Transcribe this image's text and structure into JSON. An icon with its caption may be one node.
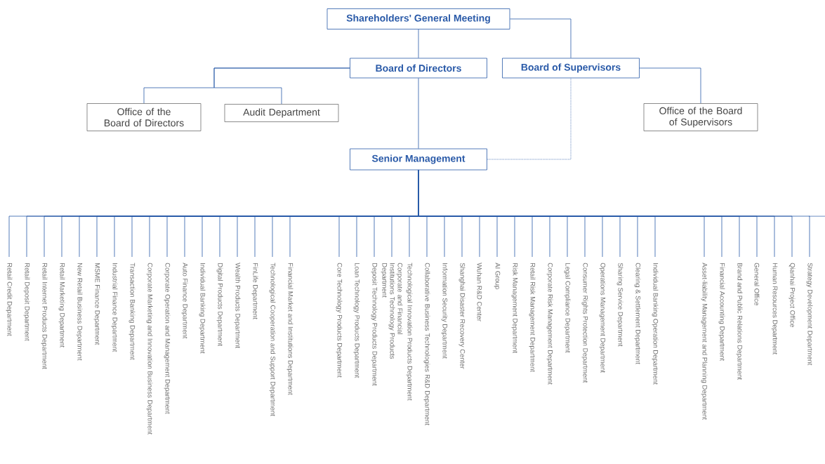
{
  "diagram": {
    "nodes": [
      {
        "text": [
          "Shareholders' General Meeting"
        ]
      },
      {
        "text": [
          "Board of Directors"
        ]
      },
      {
        "text": [
          "Board of Supervisors"
        ]
      },
      {
        "text": [
          "Office of the Board of Directors"
        ]
      },
      {
        "text": [
          "Audit Department"
        ]
      },
      {
        "text": [
          "Office of the Board of Supervisors"
        ]
      },
      {
        "text": [
          "Senior Management"
        ]
      },
      {
        "text": [
          "Retail Credit Department"
        ]
      },
      {
        "text": [
          "Retail Deposit Department"
        ]
      },
      {
        "text": [
          "Retail Internet Products Department"
        ]
      },
      {
        "text": [
          "Retail Marketing Department"
        ]
      },
      {
        "text": [
          "New Retail Business Department"
        ]
      },
      {
        "text": [
          "MSME Finance Department"
        ]
      },
      {
        "text": [
          "Industrial Finance Department"
        ]
      },
      {
        "text": [
          "Transaction Banking Department"
        ]
      },
      {
        "text": [
          "Corporate Marketing and Innovation Business Department"
        ]
      },
      {
        "text": [
          "Corporate Operation and Management Department"
        ]
      },
      {
        "text": [
          "Auto Finance Department"
        ]
      },
      {
        "text": [
          "Individual Banking Department"
        ]
      },
      {
        "text": [
          "Digital Products Department"
        ]
      },
      {
        "text": [
          "Wealth Products Department"
        ]
      },
      {
        "text": [
          "FinLife Department"
        ]
      },
      {
        "text": [
          "Technological Cooperation and Support Department"
        ]
      },
      {
        "text": [
          "Financial Market and Institutions Department"
        ]
      },
      {
        "text": [
          "Core Technology Products Department"
        ]
      },
      {
        "text": [
          "Loan Technology Products Department"
        ]
      },
      {
        "text": [
          "Deposit Technology Products Department"
        ]
      },
      {
        "text": [
          "Corporate and Financial Institutions Technology Products Department"
        ]
      },
      {
        "text": [
          "Technological Innovation Products Department"
        ]
      },
      {
        "text": [
          "Collaborative Business Technologies R&D Department"
        ]
      },
      {
        "text": [
          "Information Security Department"
        ]
      },
      {
        "text": [
          "Shanghai Disaster Recovery Center"
        ]
      },
      {
        "text": [
          "Wuhan R&D Center"
        ]
      },
      {
        "text": [
          "AI Group"
        ]
      },
      {
        "text": [
          "Risk Management Department"
        ]
      },
      {
        "text": [
          "Retail Risk Management Department"
        ]
      },
      {
        "text": [
          "Corporate Risk Management Department"
        ]
      },
      {
        "text": [
          "Legal Compliance Department"
        ]
      },
      {
        "text": [
          "Consumer Rights Protection Department"
        ]
      },
      {
        "text": [
          "Operations Management Department"
        ]
      },
      {
        "text": [
          "Sharing Service Department"
        ]
      },
      {
        "text": [
          "Clearing & Settlement Department"
        ]
      },
      {
        "text": [
          "Individual Banking Operation Department"
        ]
      },
      {
        "text": [
          "Asset-liability Management and Planning Department"
        ]
      },
      {
        "text": [
          "Financial Accounting Department"
        ]
      },
      {
        "text": [
          "Brand and Public Relations Department"
        ]
      },
      {
        "text": [
          "General Office"
        ]
      },
      {
        "text": [
          "Human Resources Department"
        ]
      },
      {
        "text": [
          "Qianhai Project Office"
        ]
      },
      {
        "text": [
          "Strategy Development Department"
        ]
      }
    ],
    "edges": [
      {
        "from": 0,
        "to": 1,
        "arrow": "none"
      },
      {
        "from": 0,
        "to": 2,
        "arrow": "none"
      },
      {
        "from": 1,
        "to": 3,
        "arrow": "none"
      },
      {
        "from": 1,
        "to": 4,
        "arrow": "none"
      },
      {
        "from": 1,
        "to": 6,
        "arrow": "none"
      },
      {
        "from": 2,
        "to": 5,
        "arrow": "none"
      },
      {
        "from": 2,
        "to": 6,
        "arrow": "none",
        "style": "dashed"
      },
      {
        "from": 6,
        "to": 7,
        "arrow": "none"
      },
      {
        "from": 6,
        "to": 8,
        "arrow": "none"
      },
      {
        "from": 6,
        "to": 9,
        "arrow": "none"
      },
      {
        "from": 6,
        "to": 10,
        "arrow": "none"
      },
      {
        "from": 6,
        "to": 11,
        "arrow": "none"
      },
      {
        "from": 6,
        "to": 12,
        "arrow": "none"
      },
      {
        "from": 6,
        "to": 13,
        "arrow": "none"
      },
      {
        "from": 6,
        "to": 14,
        "arrow": "none"
      },
      {
        "from": 6,
        "to": 15,
        "arrow": "none"
      },
      {
        "from": 6,
        "to": 16,
        "arrow": "none"
      },
      {
        "from": 6,
        "to": 17,
        "arrow": "none"
      },
      {
        "from": 6,
        "to": 18,
        "arrow": "none"
      },
      {
        "from": 6,
        "to": 19,
        "arrow": "none"
      },
      {
        "from": 6,
        "to": 20,
        "arrow": "none"
      },
      {
        "from": 6,
        "to": 21,
        "arrow": "none"
      },
      {
        "from": 6,
        "to": 22,
        "arrow": "none"
      },
      {
        "from": 6,
        "to": 23,
        "arrow": "none"
      },
      {
        "from": 6,
        "to": 24,
        "arrow": "none"
      },
      {
        "from": 6,
        "to": 25,
        "arrow": "none"
      },
      {
        "from": 6,
        "to": 26,
        "arrow": "none"
      },
      {
        "from": 6,
        "to": 27,
        "arrow": "none"
      },
      {
        "from": 6,
        "to": 28,
        "arrow": "none"
      },
      {
        "from": 6,
        "to": 29,
        "arrow": "none"
      },
      {
        "from": 6,
        "to": 30,
        "arrow": "none"
      },
      {
        "from": 6,
        "to": 31,
        "arrow": "none"
      },
      {
        "from": 6,
        "to": 32,
        "arrow": "none"
      },
      {
        "from": 6,
        "to": 33,
        "arrow": "none"
      },
      {
        "from": 6,
        "to": 34,
        "arrow": "none"
      },
      {
        "from": 6,
        "to": 35,
        "arrow": "none"
      },
      {
        "from": 6,
        "to": 36,
        "arrow": "none"
      },
      {
        "from": 6,
        "to": 37,
        "arrow": "none"
      },
      {
        "from": 6,
        "to": 38,
        "arrow": "none"
      },
      {
        "from": 6,
        "to": 39,
        "arrow": "none"
      },
      {
        "from": 6,
        "to": 40,
        "arrow": "none"
      },
      {
        "from": 6,
        "to": 41,
        "arrow": "none"
      },
      {
        "from": 6,
        "to": 42,
        "arrow": "none"
      },
      {
        "from": 6,
        "to": 43,
        "arrow": "none"
      },
      {
        "from": 6,
        "to": 44,
        "arrow": "none"
      },
      {
        "from": 6,
        "to": 45,
        "arrow": "none"
      },
      {
        "from": 6,
        "to": 46,
        "arrow": "none"
      },
      {
        "from": 6,
        "to": 47,
        "arrow": "none"
      },
      {
        "from": 6,
        "to": 48,
        "arrow": "none"
      },
      {
        "from": 6,
        "to": 49,
        "arrow": "none"
      }
    ]
  }
}
